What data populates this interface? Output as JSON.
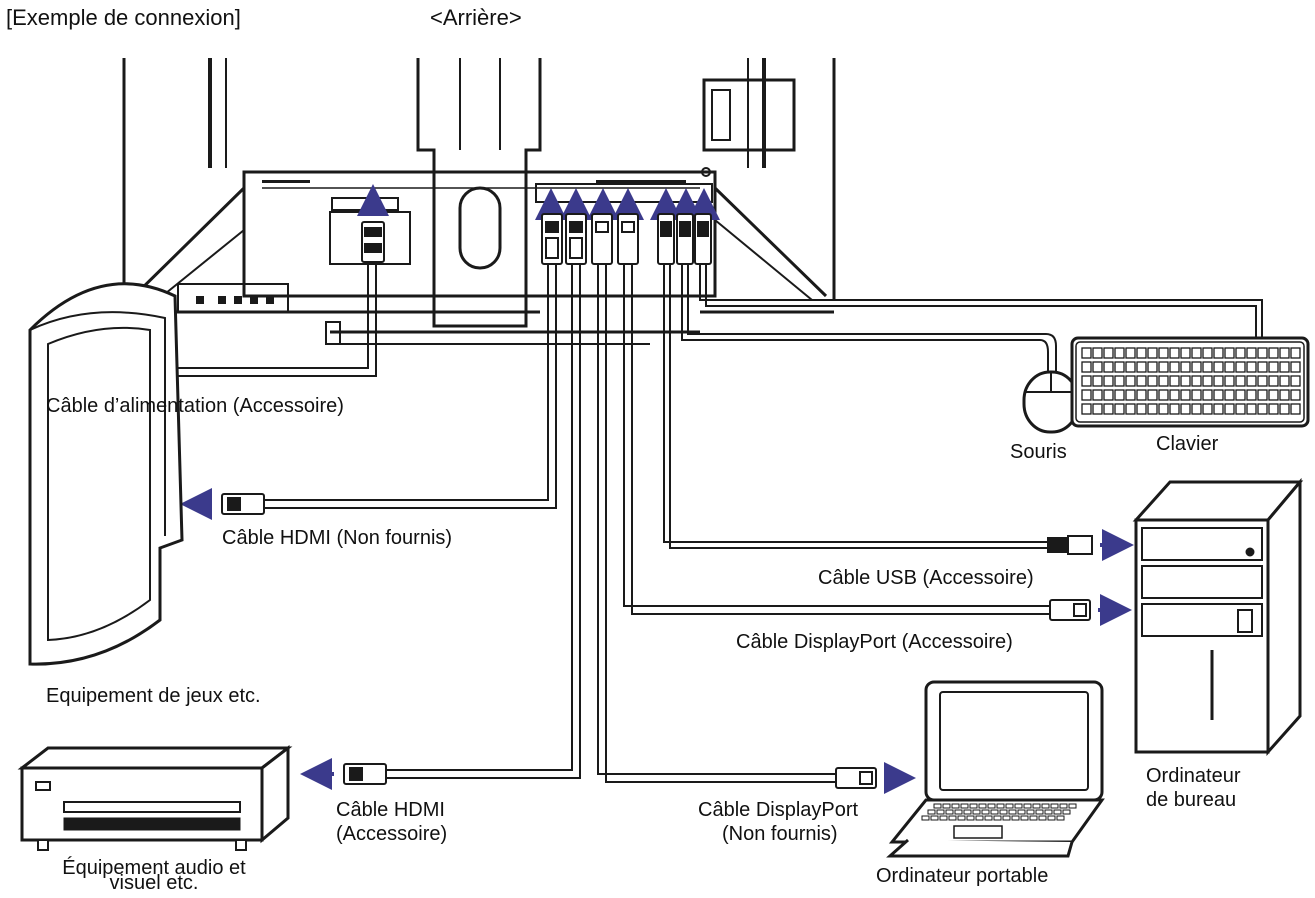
{
  "diagram": {
    "title": "[Exemple de connexion]",
    "view_label": "<Arrière>",
    "colors": {
      "line": "#1a1a1a",
      "arrow": "#3b3a8c",
      "background": "#ffffff",
      "panel_fill": "#f2f2f2",
      "screen_fill": "#2a2a2a"
    },
    "labels": {
      "power_cable": "Câble d’alimentation (Accessoire)",
      "hdmi_cable_game": "Câble HDMI (Non fournis)",
      "game_device": "Equipement de jeux etc.",
      "hdmi_cable_av_line1": "Câble HDMI",
      "hdmi_cable_av_line2": "(Accessoire)",
      "av_device_line1": "Équipement audio et",
      "av_device_line2": "visuel etc.",
      "mouse": "Souris",
      "keyboard": "Clavier",
      "usb_cable": "Câble USB (Accessoire)",
      "displayport_cable_desktop": "Câble DisplayPort (Accessoire)",
      "desktop_line1": "Ordinateur",
      "desktop_line2": "de bureau",
      "displayport_cable_laptop_line1": "Câble DisplayPort",
      "displayport_cable_laptop_line2": "(Non fournis)",
      "laptop": "Ordinateur portable"
    },
    "icons": [
      "monitor-rear-icon",
      "power-plug-icon",
      "hdmi-plug-icon",
      "displayport-plug-icon",
      "usb-plug-icon",
      "game-console-icon",
      "av-player-icon",
      "mouse-icon",
      "keyboard-icon",
      "desktop-tower-icon",
      "laptop-icon",
      "arrow-icon"
    ]
  }
}
